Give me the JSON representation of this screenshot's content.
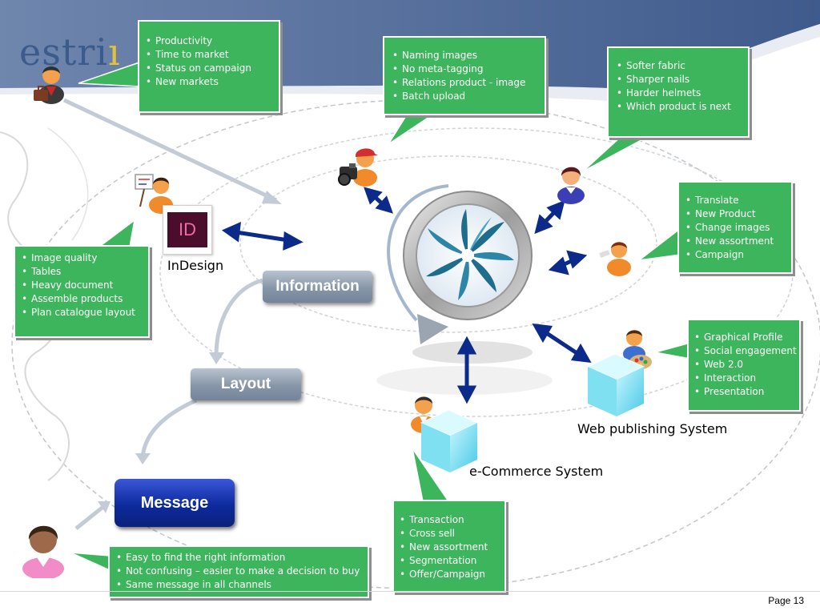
{
  "brand": {
    "logo_text": "estri"
  },
  "diagram": {
    "information_label": "Information",
    "layout_label": "Layout",
    "message_label": "Message",
    "indesign_label": "InDesign",
    "indesign_icon_text": "ID",
    "web_publishing_label": "Web publishing System",
    "ecommerce_label": "e-Commerce System"
  },
  "callouts": {
    "manager": [
      "Productivity",
      "Time to market",
      "Status on campaign",
      "New markets"
    ],
    "photographer": [
      "Naming images",
      "No meta-tagging",
      "Relations product - image",
      "Batch upload"
    ],
    "product_manager": [
      "Softer fabric",
      "Sharper nails",
      "Harder helmets",
      "Which product is next"
    ],
    "translator": [
      "Translate",
      "New Product",
      "Change images",
      "New assortment",
      "Campaign"
    ],
    "designer": [
      "Image quality",
      "Tables",
      "Heavy document",
      "Assemble products",
      "Plan catalogue layout"
    ],
    "web_artist": [
      "Graphical Profile",
      "Social engagement",
      "Web 2.0",
      "Interaction",
      "Presentation"
    ],
    "ecommerce": [
      "Transaction",
      "Cross sell",
      "New assortment",
      "Segmentation",
      "Offer/Campaign"
    ],
    "consumer": [
      "Easy to find the right information",
      "Not confusing – easier to make a decision to buy",
      "Same message in all channels"
    ]
  },
  "footer": {
    "page": "Page 13"
  },
  "colors": {
    "callout_green": "#3cb55c",
    "header_blue": "#4a6491",
    "arrow_navy": "#0b2a8a",
    "message_blue": "#0d2a9e"
  }
}
